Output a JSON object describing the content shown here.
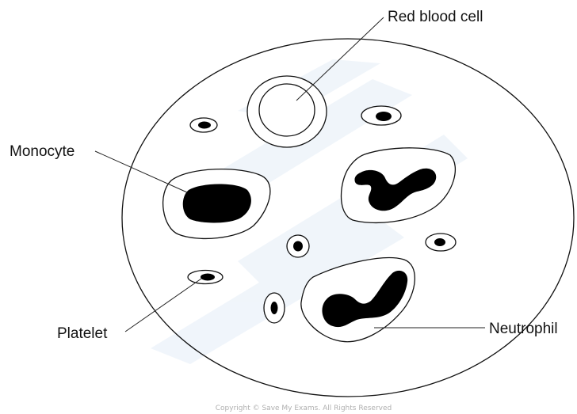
{
  "labels": {
    "red_blood_cell": "Red blood cell",
    "monocyte": "Monocyte",
    "platelet": "Platelet",
    "neutrophil": "Neutrophil"
  },
  "copyright": "Copyright © Save My Exams. All Rights Reserved",
  "colors": {
    "line": "#111111",
    "nucleus": "#000000",
    "watermark": "#e4edf7",
    "copyright_text": "#b0b0b0"
  }
}
